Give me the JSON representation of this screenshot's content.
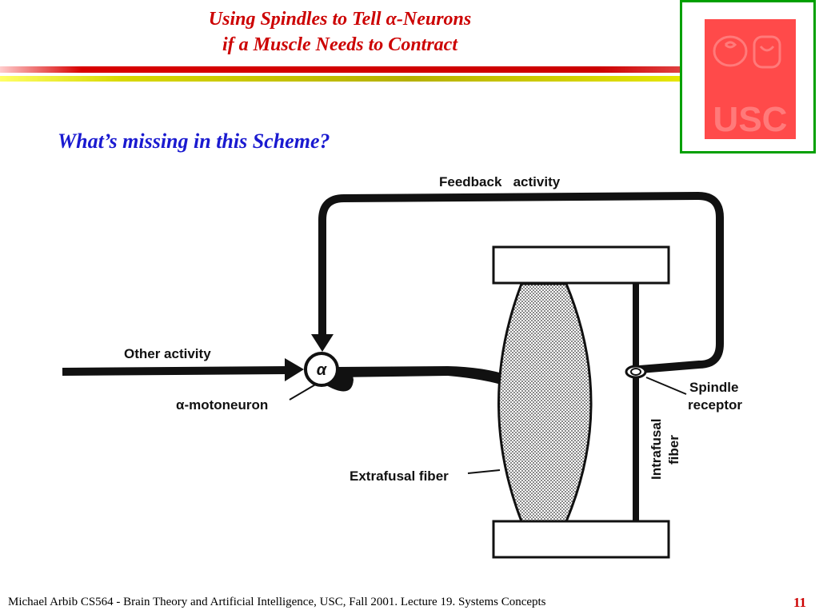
{
  "slide": {
    "title_line1": "Using Spindles to Tell α-Neurons",
    "title_line2": "if a Muscle Needs to Contract",
    "question": "What’s missing in this Scheme?",
    "footer": "Michael Arbib CS564 - Brain Theory and Artificial Intelligence,  USC, Fall 2001. Lecture 19. Systems Concepts",
    "page_number": "11"
  },
  "logo": {
    "text": "USC",
    "icon": "usc-logo-icon",
    "color": "#ff4a4a"
  },
  "diagram": {
    "feedback_label": "Feedback   activity",
    "other_activity_label": "Other activity",
    "alpha_symbol": "α",
    "motoneuron_label": "α-motoneuron",
    "extrafusal_label": "Extrafusal fiber",
    "spindle_label_line1": "Spindle",
    "spindle_label_line2": "receptor",
    "intrafusal_label_line1": "Intrafusal",
    "intrafusal_label_line2": "fiber"
  },
  "colors": {
    "title": "#cc0000",
    "question": "#1a1ad0",
    "frame": "#00a000",
    "page_number": "#cc0000"
  }
}
